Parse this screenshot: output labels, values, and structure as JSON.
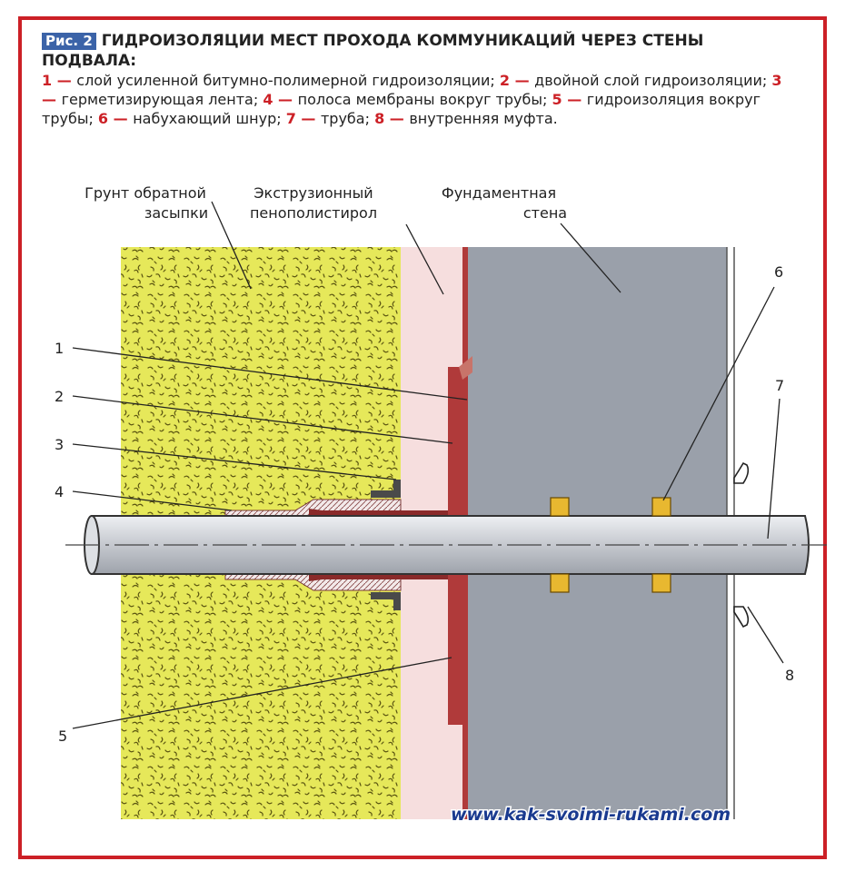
{
  "figure": {
    "badge": "Рис. 2",
    "title": "ГИДРОИЗОЛЯЦИИ МЕСТ ПРОХОДА КОММУНИКАЦИЙ ЧЕРЕЗ СТЕНЫ ПОДВАЛА:",
    "legend": [
      {
        "num": "1",
        "sep": " — ",
        "text": "слой усиленной битумно-полимерной гидроизоляции; "
      },
      {
        "num": "2",
        "sep": " — ",
        "text": "двойной слой гидроизоляции; "
      },
      {
        "num": "3",
        "sep": " — ",
        "text": "герметизирующая лента; "
      },
      {
        "num": "4",
        "sep": " — ",
        "text": "полоса мембраны вокруг трубы; "
      },
      {
        "num": "5",
        "sep": " — ",
        "text": "гидроизоляция вокруг трубы; "
      },
      {
        "num": "6",
        "sep": " — ",
        "text": "набухающий шнур; "
      },
      {
        "num": "7",
        "sep": " — ",
        "text": "труба; "
      },
      {
        "num": "8",
        "sep": " — ",
        "text": "внутренняя муфта."
      }
    ]
  },
  "labels": {
    "soil_line1": "Грунт обратной",
    "soil_line2": "засыпки",
    "eps_line1": "Экструзионный",
    "eps_line2": "пенополистирол",
    "wall_line1": "Фундаментная",
    "wall_line2": "стена",
    "n1": "1",
    "n2": "2",
    "n3": "3",
    "n4": "4",
    "n5": "5",
    "n6": "6",
    "n7": "7",
    "n8": "8"
  },
  "watermark": "www.kak-svoimi-rukami.com",
  "colors": {
    "frame": "#cc2026",
    "soil": "#e6e85a",
    "eps": "#f6dede",
    "wall": "#9aa0aa",
    "membrane": "#b03a3a",
    "pipe": "#c9ccd2",
    "cord": "#e8b830",
    "badge": "#3b63a8"
  }
}
